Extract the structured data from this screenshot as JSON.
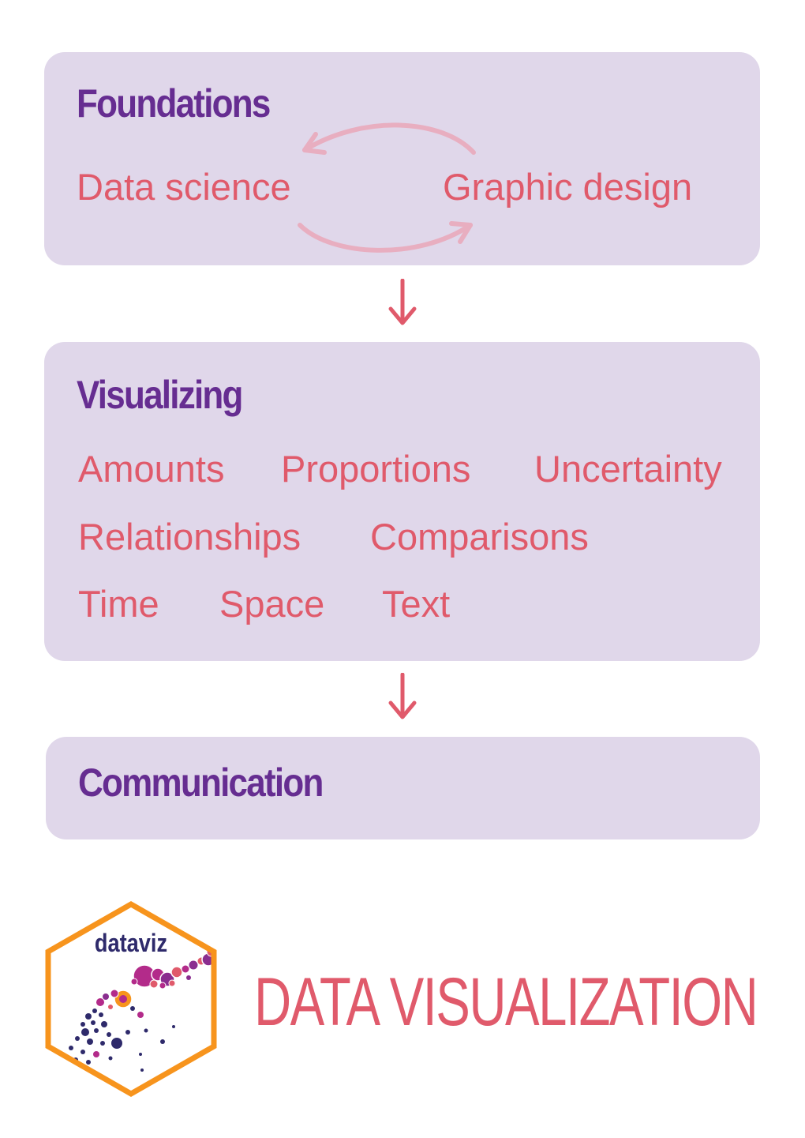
{
  "foundations": {
    "heading": "Foundations",
    "left_topic": "Data science",
    "right_topic": "Graphic design"
  },
  "visualizing": {
    "heading": "Visualizing",
    "rows": [
      [
        "Amounts",
        "Proportions",
        "Uncertainty"
      ],
      [
        "Relationships",
        "Comparisons"
      ],
      [
        "Time",
        "Space",
        "Text"
      ]
    ]
  },
  "communication": {
    "heading": "Communication"
  },
  "footer": {
    "logo_text": "dataviz",
    "title": "DATA VISUALIZATION"
  },
  "colors": {
    "panel": "#e0d7ea",
    "heading": "#662d91",
    "topic": "#e05a6b",
    "cycle_arrow": "#e8aec0",
    "flow_arrow": "#e05a6b",
    "hex_border": "#f7941d",
    "logo_text": "#2e2a6b"
  }
}
